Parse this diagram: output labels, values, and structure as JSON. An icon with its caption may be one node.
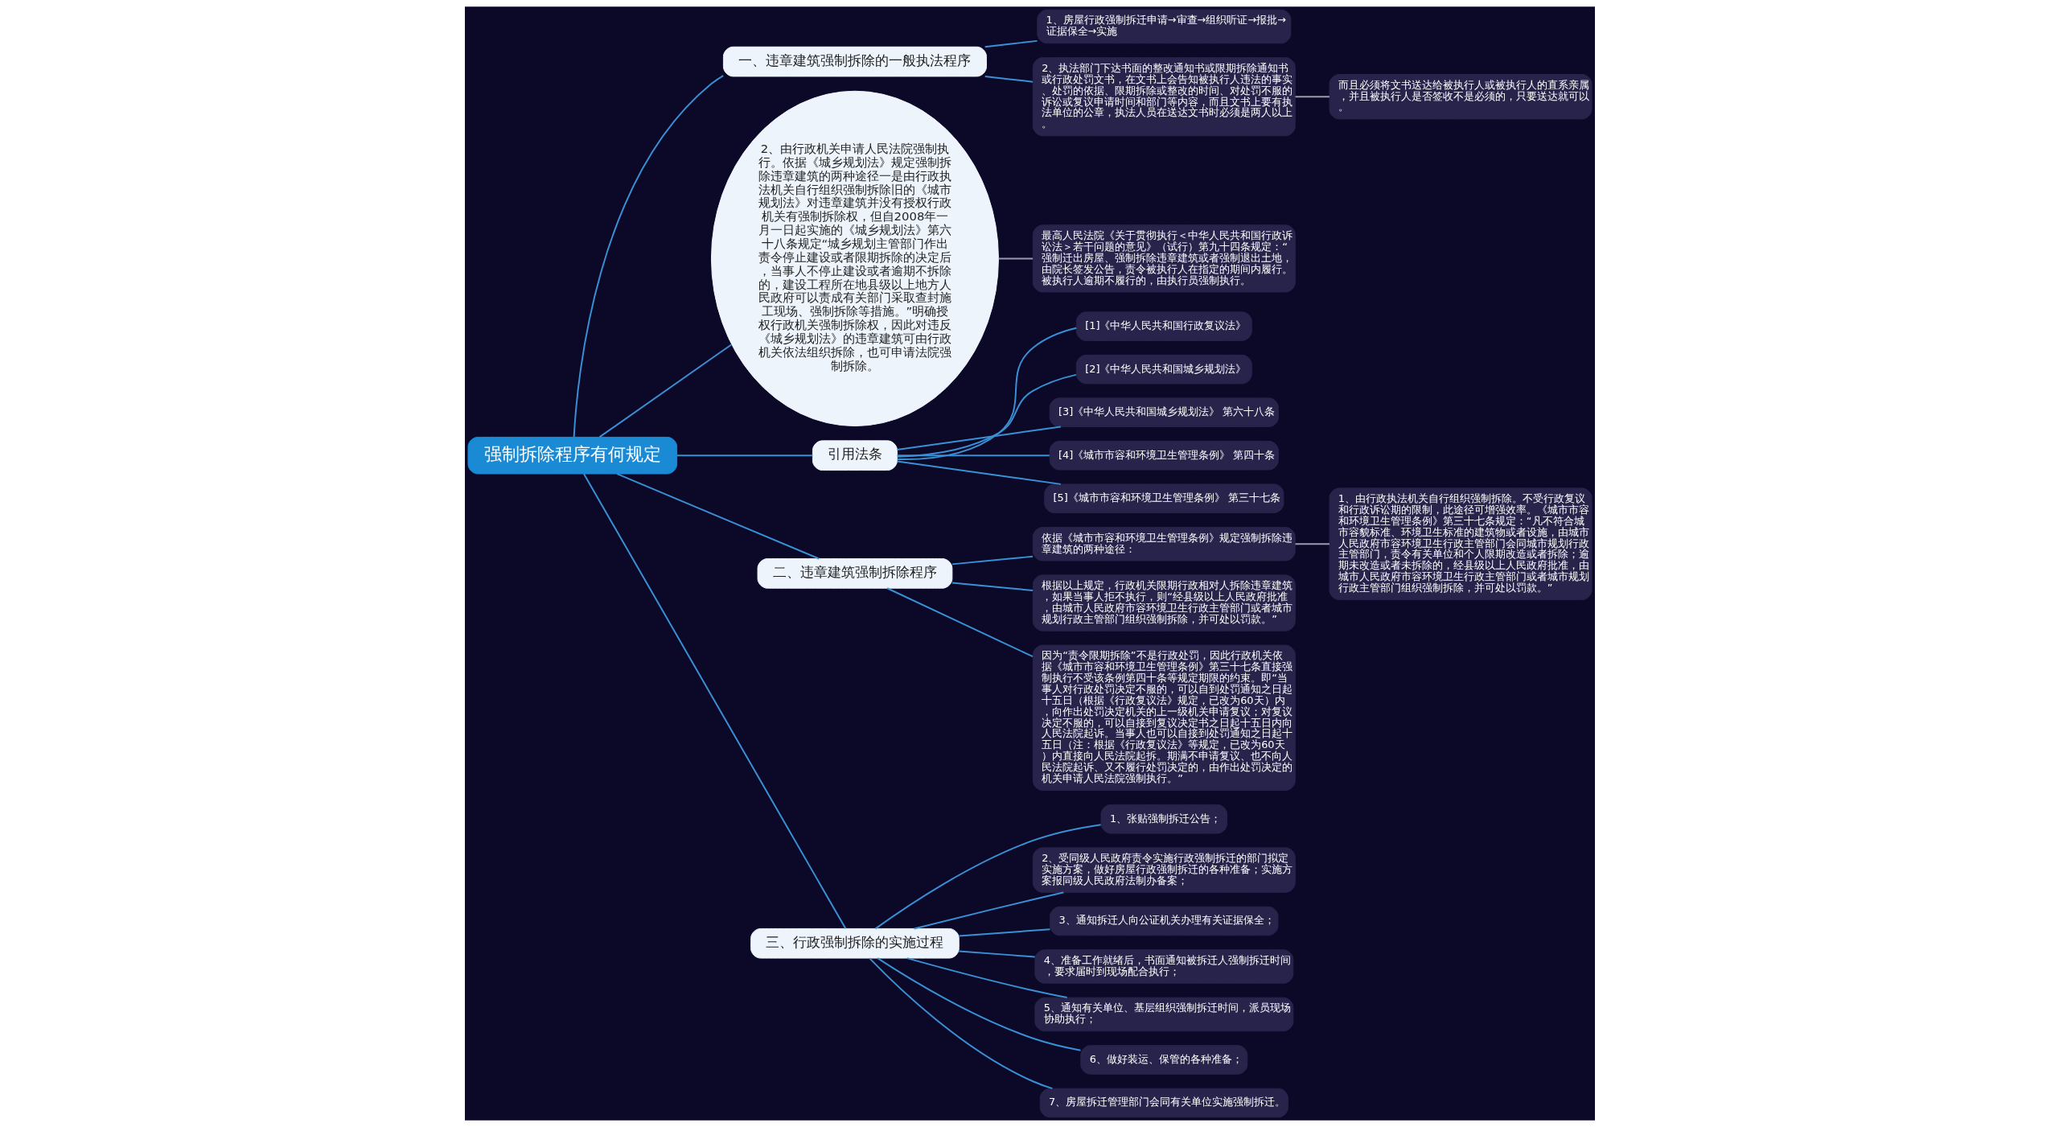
{
  "diagram": {
    "nodes": [
      {
        "text": [
          "强制拆除程序有何规定"
        ]
      },
      {
        "text": [
          "一、违章建筑强制拆除的一般执法程序"
        ]
      },
      {
        "text": [
          "1、房屋行政强制拆迁申请→审查→组织听证→报批→证据保全→实施"
        ]
      },
      {
        "text": [
          "2、执法部门下达书面的整改通知书或限期拆除通知书或行政处罚文书，在文书上会告知被执行人违法的事实、处罚的依据、限期拆除或整改的时间、对处罚不服的诉讼或复议申请时间和部门等内容，而且文书上要有执法单位的公章，执法人员在送达文书时必须是两人以上。"
        ]
      },
      {
        "text": [
          "而且必须将文书送达给被执行人或被执行人的直系亲属，并且被执行人是否签收不是必须的，只要送达就可以。"
        ]
      },
      {
        "text": [
          "2、由行政机关申请人民法院强制执行。依据《城乡规划法》规定强制拆除违章建筑的两种途径一是由行政执法机关自行组织强制拆除旧的《城市规划法》对违章建筑并没有授权行政机关有强制拆除权，但自2008年一月一日起实施的《城乡规划法》第六十八条规定“城乡规划主管部门作出责令停止建设或者限期拆除的决定后，当事人不停止建设或者逾期不拆除的，建设工程所在地县级以上地方人民政府可以责成有关部门采取查封施工现场、强制拆除等措施。”明确授权行政机关强制拆除权，因此对违反《城乡规划法》的违章建筑可由行政机关依法组织拆除，也可申请法院强制拆除。"
        ]
      },
      {
        "text": [
          "最高人民法院《关于贯彻执行＜中华人民共和国行政诉讼法＞若干问题的意见》（试行）第九十四条规定：“强制迁出房屋、强制拆除违章建筑或者强制退出土地，由院长签发公告，责令被执行人在指定的期间内履行。被执行人逾期不履行的，由执行员强制执行。"
        ]
      },
      {
        "text": [
          "引用法条"
        ]
      },
      {
        "text": [
          "[1]《中华人民共和国行政复议法》"
        ]
      },
      {
        "text": [
          "[2]《中华人民共和国城乡规划法》"
        ]
      },
      {
        "text": [
          "[3]《中华人民共和国城乡规划法》 第六十八条"
        ]
      },
      {
        "text": [
          "[4]《城市市容和环境卫生管理条例》 第四十条"
        ]
      },
      {
        "text": [
          "[5]《城市市容和环境卫生管理条例》 第三十七条"
        ]
      },
      {
        "text": [
          "二、违章建筑强制拆除程序"
        ]
      },
      {
        "text": [
          "依据《城市市容和环境卫生管理条例》规定强制拆除违章建筑的两种途径："
        ]
      },
      {
        "text": [
          "1、由行政执法机关自行组织强制拆除。不受行政复议和行政诉讼期的限制，此途径可增强效率。《城市市容和环境卫生管理条例》第三十七条规定：“凡不符合城市容貌标准、环境卫生标准的建筑物或者设施，由城市人民政府市容环境卫生行政主管部门会同城市规划行政主管部门，责令有关单位和个人限期改造或者拆除；逾期未改造或者未拆除的，经县级以上人民政府批准，由城市人民政府市容环境卫生行政主管部门或者城市规划行政主管部门组织强制拆除，并可处以罚款。”"
        ]
      },
      {
        "text": [
          "根据以上规定，行政机关限期行政相对人拆除违章建筑，如果当事人拒不执行，则“经县级以上人民政府批准，由城市人民政府市容环境卫生行政主管部门或者城市规划行政主管部门组织强制拆除，并可处以罚款。”"
        ]
      },
      {
        "text": [
          "因为“责令限期拆除”不是行政处罚，因此行政机关依据《城市市容和环境卫生管理条例》第三十七条直接强制执行不受该条例第四十条等规定期限的约束。即“当事人对行政处罚决定不服的，可以自到处罚通知之日起十五日（根据《行政复议法》规定，已改为60天）内，向作出处罚决定机关的上一级机关申请复议；对复议决定不服的，可以自接到复议决定书之日起十五日内向人民法院起诉。当事人也可以自接到处罚通知之日起十五日（注：根据《行政复议法》等规定，已改为60天）内直接向人民法院起拆。期满不申请复议、也不向人民法院起诉、又不履行处罚决定的，由作出处罚决定的机关申请人民法院强制执行。”"
        ]
      },
      {
        "text": [
          "三、行政强制拆除的实施过程"
        ]
      },
      {
        "text": [
          "1、张贴强制拆迁公告；"
        ]
      },
      {
        "text": [
          "2、受同级人民政府责令实施行政强制拆迁的部门拟定实施方案，做好房屋行政强制拆迁的各种准备；实施方案报同级人民政府法制办备案；"
        ]
      },
      {
        "text": [
          "3、通知拆迁人向公证机关办理有关证据保全；"
        ]
      },
      {
        "text": [
          "4、准备工作就绪后，书面通知被拆迁人强制拆迁时间，要求届时到现场配合执行；"
        ]
      },
      {
        "text": [
          "5、通知有关单位、基层组织强制拆迁时间，派员现场协助执行；"
        ]
      },
      {
        "text": [
          "6、做好装运、保管的各种准备；"
        ]
      },
      {
        "text": [
          "7、房屋拆迁管理部门会同有关单位实施强制拆迁。"
        ]
      }
    ],
    "edges": [
      {
        "from": 0,
        "to": 1,
        "arrow": "none"
      },
      {
        "from": 1,
        "to": 2,
        "arrow": "none"
      },
      {
        "from": 1,
        "to": 3,
        "arrow": "none"
      },
      {
        "from": 3,
        "to": 4,
        "arrow": "none",
        "color": "#9a9aae"
      },
      {
        "from": 0,
        "to": 5,
        "arrow": "none"
      },
      {
        "from": 5,
        "to": 6,
        "arrow": "none",
        "color": "#9a9aae"
      },
      {
        "from": 0,
        "to": 7,
        "arrow": "none"
      },
      {
        "from": 7,
        "to": 8,
        "arrow": "none"
      },
      {
        "from": 7,
        "to": 9,
        "arrow": "none"
      },
      {
        "from": 7,
        "to": 10,
        "arrow": "none"
      },
      {
        "from": 7,
        "to": 11,
        "arrow": "none"
      },
      {
        "from": 7,
        "to": 12,
        "arrow": "none"
      },
      {
        "from": 0,
        "to": 13,
        "arrow": "none"
      },
      {
        "from": 13,
        "to": 14,
        "arrow": "none"
      },
      {
        "from": 14,
        "to": 15,
        "arrow": "none",
        "color": "#9a9aae"
      },
      {
        "from": 13,
        "to": 16,
        "arrow": "none"
      },
      {
        "from": 13,
        "to": 17,
        "arrow": "none"
      },
      {
        "from": 0,
        "to": 18,
        "arrow": "none"
      },
      {
        "from": 18,
        "to": 19,
        "arrow": "none"
      },
      {
        "from": 18,
        "to": 20,
        "arrow": "none"
      },
      {
        "from": 18,
        "to": 21,
        "arrow": "none"
      },
      {
        "from": 18,
        "to": 22,
        "arrow": "none"
      },
      {
        "from": 18,
        "to": 23,
        "arrow": "none"
      },
      {
        "from": 18,
        "to": 24,
        "arrow": "none"
      },
      {
        "from": 18,
        "to": 25,
        "arrow": "none"
      }
    ]
  }
}
